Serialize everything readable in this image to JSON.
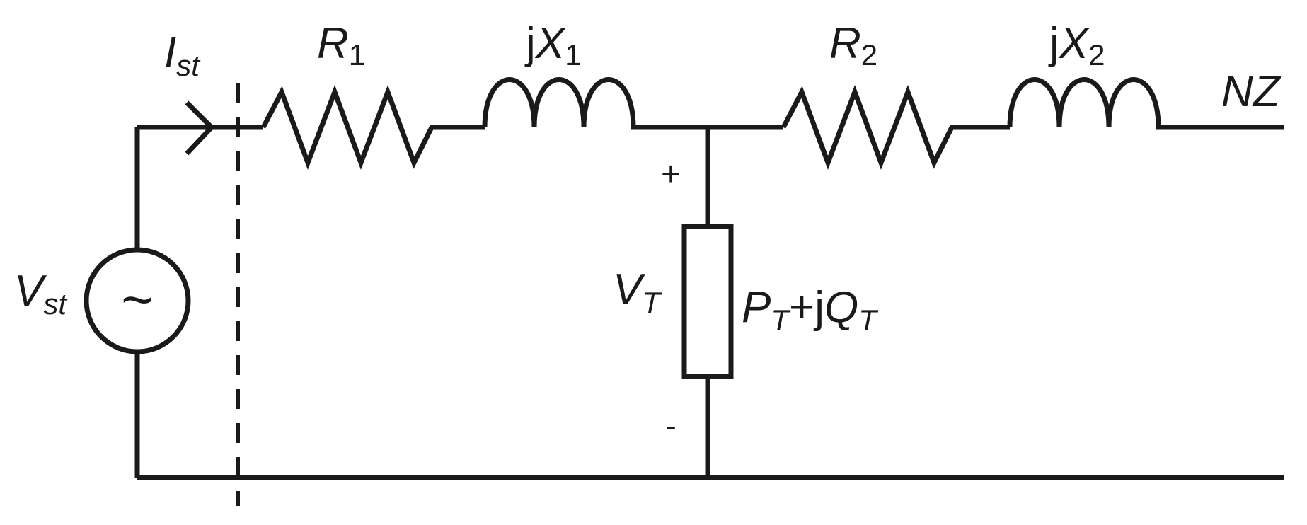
{
  "labels": {
    "current": {
      "main": "I",
      "sub": "st"
    },
    "r1": {
      "main": "R",
      "sub": "1"
    },
    "x1": {
      "prefix": "j",
      "main": "X",
      "sub": "1"
    },
    "r2": {
      "main": "R",
      "sub": "2"
    },
    "x2": {
      "prefix": "j",
      "main": "X",
      "sub": "2"
    },
    "nz": "NZ",
    "source": {
      "main": "V",
      "sub": "st"
    },
    "source_symbol": "~",
    "vt": {
      "main": "V",
      "sub": "T"
    },
    "load": {
      "p": "P",
      "p_sub": "T",
      "plus_j": "+j",
      "q": "Q",
      "q_sub": "T"
    },
    "plus": "+",
    "minus": "-"
  }
}
